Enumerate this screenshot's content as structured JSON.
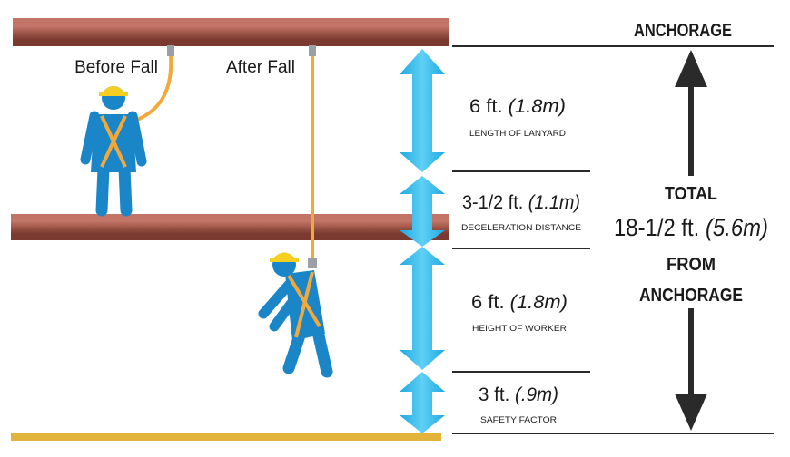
{
  "colors": {
    "beam": "#a0564a",
    "beam_dark": "#6e3328",
    "worker": "#1a86c8",
    "helmet": "#f5cf1f",
    "harness": "#f3a93a",
    "arrow": "#29b5ea",
    "ground": "#e3b43b",
    "line": "#2a2a2a"
  },
  "labels": {
    "before_fall": "Before Fall",
    "after_fall": "After Fall",
    "anchorage": "ANCHORAGE"
  },
  "segments": [
    {
      "value": "6 ft.",
      "metric": "(1.8m)",
      "caption": "LENGTH OF LANYARD"
    },
    {
      "value": "3-1/2 ft.",
      "metric": "(1.1m)",
      "caption": "DECELERATION DISTANCE"
    },
    {
      "value": "6 ft.",
      "metric": "(1.8m)",
      "caption": "HEIGHT OF WORKER"
    },
    {
      "value": "3 ft.",
      "metric": "(.9m)",
      "caption": "SAFETY FACTOR"
    }
  ],
  "total": {
    "line1": "TOTAL",
    "value": "18-1/2 ft.",
    "metric": "(5.6m)",
    "line3": "FROM",
    "line4": "ANCHORAGE"
  }
}
